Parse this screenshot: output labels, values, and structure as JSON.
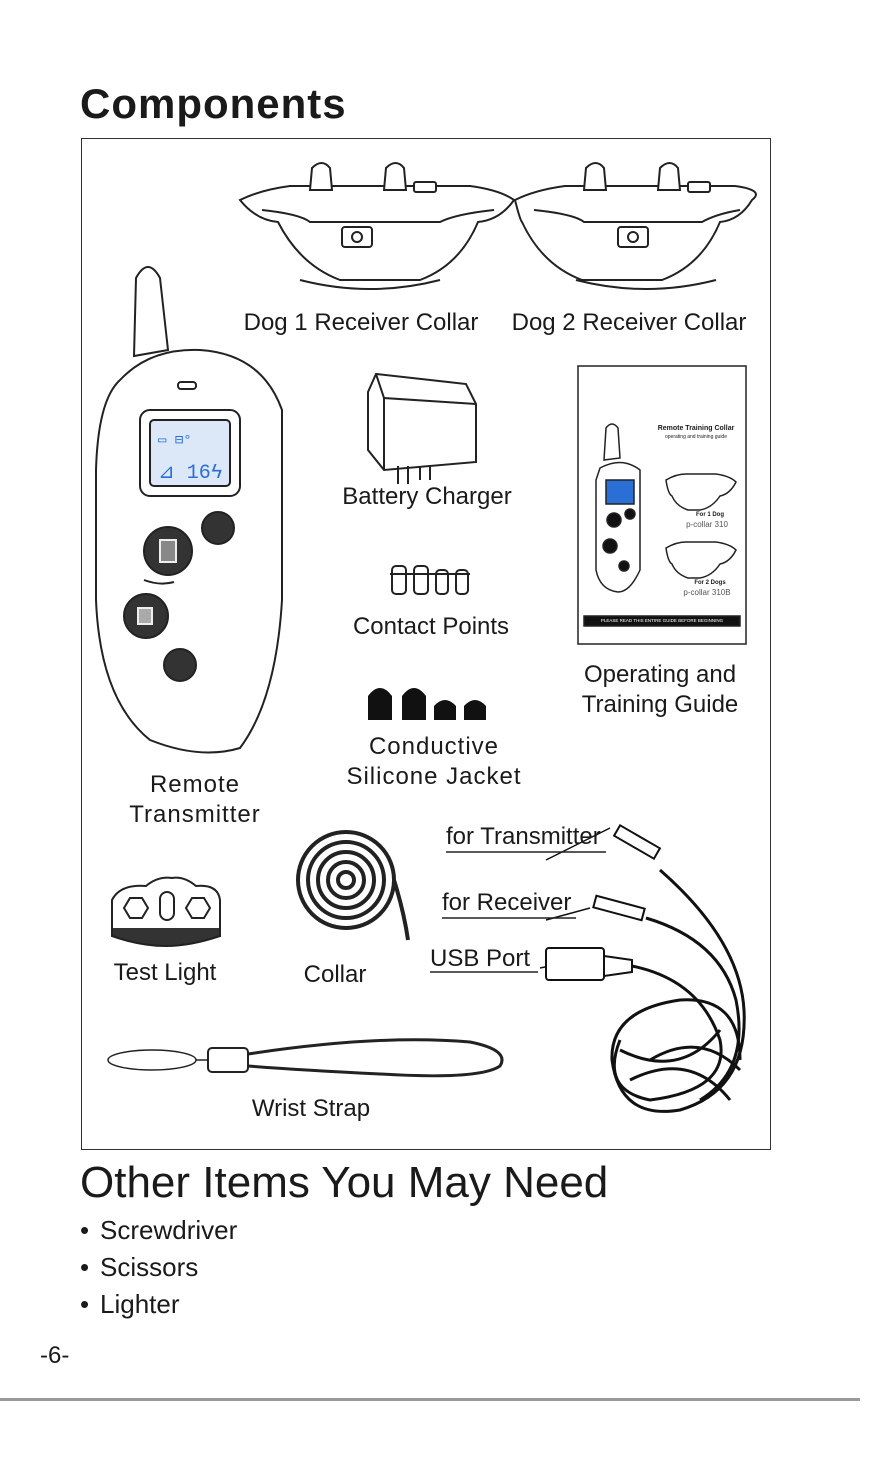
{
  "heading": "Components",
  "components": {
    "dog1_collar": "Dog 1 Receiver Collar",
    "dog2_collar": "Dog 2 Receiver Collar",
    "battery_charger": "Battery Charger",
    "contact_points": "Contact Points",
    "conductive_jacket_line1": "Conductive",
    "conductive_jacket_line2": "Silicone Jacket",
    "guide_line1": "Operating and",
    "guide_line2": "Training Guide",
    "remote_line1": "Remote",
    "remote_line2": "Transmitter",
    "test_light": "Test Light",
    "collar": "Collar",
    "for_transmitter": "for Transmitter",
    "for_receiver": "for Receiver",
    "usb_port": "USB Port",
    "wrist_strap": "Wrist Strap"
  },
  "guide_cover": {
    "title": "Remote Training Collar",
    "subtitle": "operating and training guide",
    "model1_label": "For 1 Dog",
    "model1": "p-collar 310",
    "model2_label": "For 2 Dogs",
    "model2": "p-collar 310B",
    "footer": "PLEASE READ THIS ENTIRE GUIDE BEFORE BEGINNING"
  },
  "other_items": {
    "heading": "Other Items You May Need",
    "items": [
      "Screwdriver",
      "Scissors",
      "Lighter"
    ]
  },
  "page_number": "-6-"
}
